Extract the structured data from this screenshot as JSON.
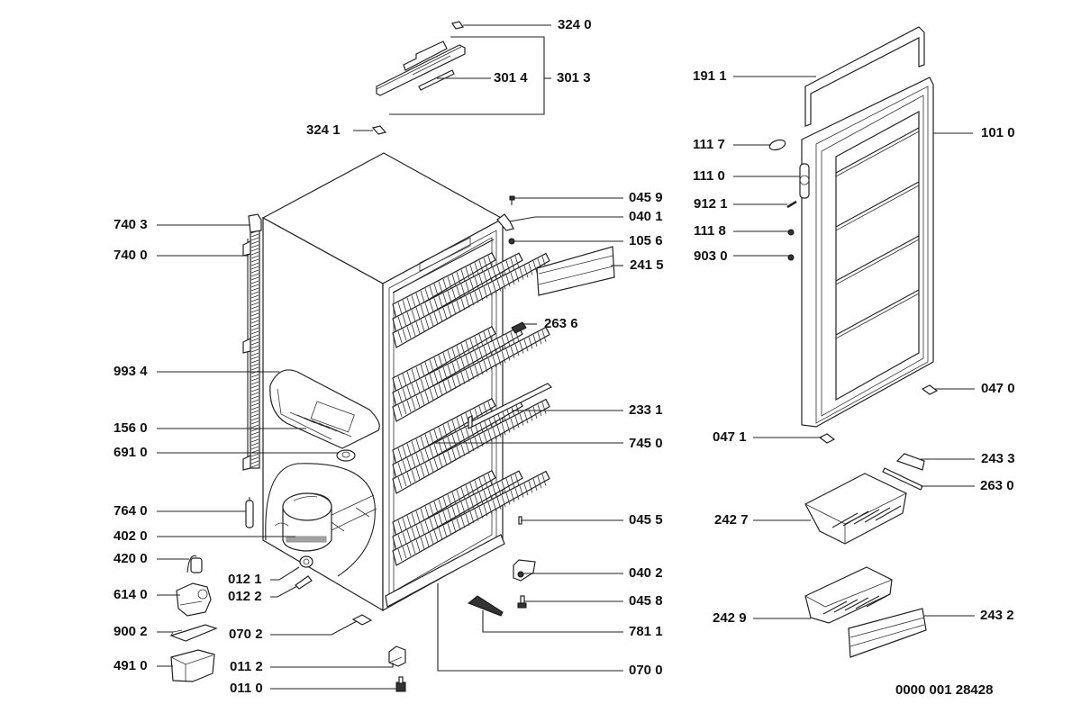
{
  "diagram": {
    "type": "exploded-parts-diagram",
    "subject": "upright freezer",
    "document_id": "0000 001 28428",
    "labels_left": [
      {
        "id": "740_3",
        "text": "740 3"
      },
      {
        "id": "740_0",
        "text": "740 0"
      },
      {
        "id": "993_4",
        "text": "993 4"
      },
      {
        "id": "156_0",
        "text": "156 0"
      },
      {
        "id": "691_0",
        "text": "691 0"
      },
      {
        "id": "764_0",
        "text": "764 0"
      },
      {
        "id": "402_0",
        "text": "402 0"
      },
      {
        "id": "420_0",
        "text": "420 0"
      },
      {
        "id": "614_0",
        "text": "614 0"
      },
      {
        "id": "900_2",
        "text": "900 2"
      },
      {
        "id": "491_0",
        "text": "491 0"
      }
    ],
    "labels_center": [
      {
        "id": "324_0",
        "text": "324 0"
      },
      {
        "id": "301_4",
        "text": "301 4"
      },
      {
        "id": "301_3",
        "text": "301 3"
      },
      {
        "id": "324_1",
        "text": "324 1"
      },
      {
        "id": "012_1",
        "text": "012 1"
      },
      {
        "id": "012_2",
        "text": "012 2"
      },
      {
        "id": "070_2",
        "text": "070 2"
      },
      {
        "id": "011_2",
        "text": "011 2"
      },
      {
        "id": "011_0",
        "text": "011 0"
      },
      {
        "id": "263_6",
        "text": "263 6"
      }
    ],
    "labels_right_body": [
      {
        "id": "045_9",
        "text": "045 9"
      },
      {
        "id": "040_1",
        "text": "040 1"
      },
      {
        "id": "105_6",
        "text": "105 6"
      },
      {
        "id": "241_5",
        "text": "241 5"
      },
      {
        "id": "233_1",
        "text": "233 1"
      },
      {
        "id": "745_0",
        "text": "745 0"
      },
      {
        "id": "045_5",
        "text": "045 5"
      },
      {
        "id": "040_2",
        "text": "040 2"
      },
      {
        "id": "045_8",
        "text": "045 8"
      },
      {
        "id": "781_1",
        "text": "781 1"
      },
      {
        "id": "070_0",
        "text": "070 0"
      }
    ],
    "labels_door": [
      {
        "id": "191_1",
        "text": "191 1"
      },
      {
        "id": "101_0",
        "text": "101 0"
      },
      {
        "id": "111_7",
        "text": "111 7"
      },
      {
        "id": "111_0",
        "text": "111 0"
      },
      {
        "id": "912_1",
        "text": "912 1"
      },
      {
        "id": "111_8",
        "text": "111 8"
      },
      {
        "id": "903_0",
        "text": "903 0"
      },
      {
        "id": "047_0",
        "text": "047 0"
      },
      {
        "id": "047_1",
        "text": "047 1"
      },
      {
        "id": "243_3",
        "text": "243 3"
      },
      {
        "id": "263_0",
        "text": "263 0"
      },
      {
        "id": "242_7",
        "text": "242 7"
      },
      {
        "id": "242_9",
        "text": "242 9"
      },
      {
        "id": "243_2",
        "text": "243 2"
      }
    ]
  }
}
